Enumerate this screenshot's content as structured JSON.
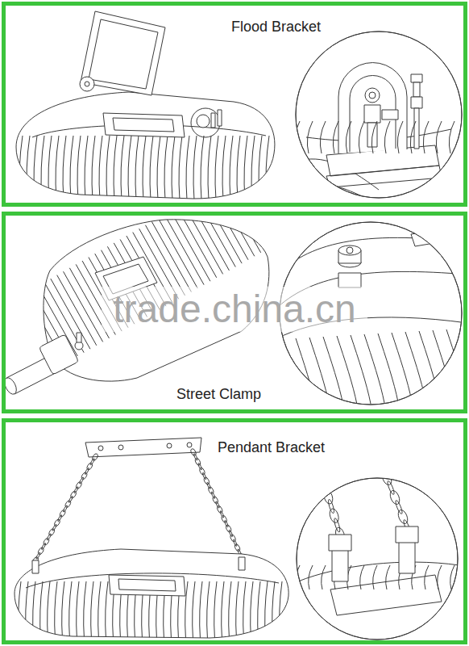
{
  "diagram": {
    "nodes": [
      {
        "text": [
          "Flood Bracket"
        ]
      },
      {
        "text": [
          "Street Clamp"
        ]
      },
      {
        "text": [
          "Pendant Bracket"
        ]
      }
    ],
    "labels": [
      "trade.china.cn"
    ]
  }
}
